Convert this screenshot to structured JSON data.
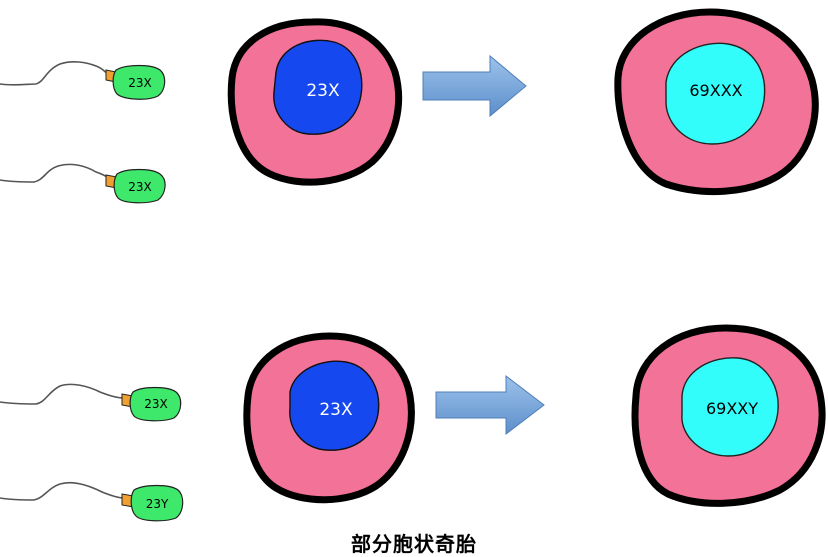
{
  "colors": {
    "sperm_head": "#3ee86a",
    "sperm_collar": "#f0a030",
    "egg_cytoplasm": "#f27298",
    "egg_nucleus": "#1648f0",
    "zygote_nucleus": "#33fdfb",
    "arrow": "#7aa8d8",
    "outline": "#000000"
  },
  "rows": [
    {
      "sperm": [
        {
          "label": "23X"
        },
        {
          "label": "23X"
        }
      ],
      "egg": {
        "label": "23X"
      },
      "zygote": {
        "label": "69XXX"
      }
    },
    {
      "sperm": [
        {
          "label": "23X"
        },
        {
          "label": "23Y"
        }
      ],
      "egg": {
        "label": "23X"
      },
      "zygote": {
        "label": "69XXY"
      }
    }
  ],
  "caption": "部分胞状奇胎"
}
